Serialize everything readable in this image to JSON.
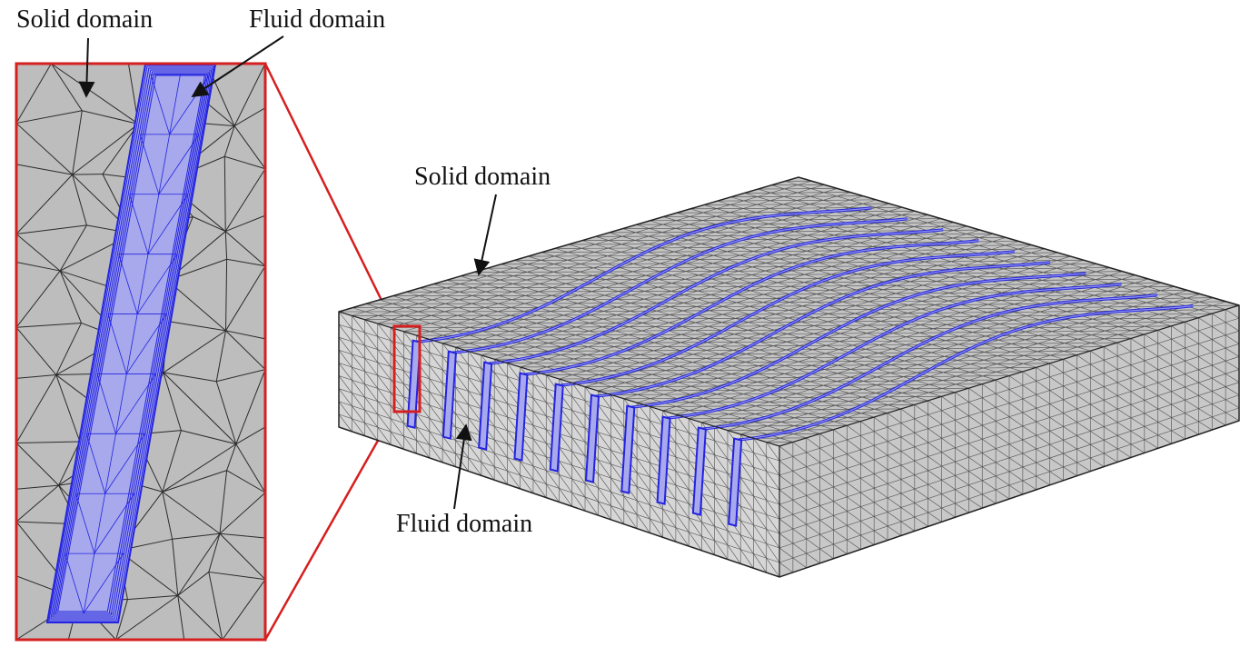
{
  "labels": {
    "zoom_solid": "Solid domain",
    "zoom_fluid": "Fluid domain",
    "block_solid": "Solid domain",
    "block_fluid": "Fluid domain"
  },
  "colors": {
    "solid_fill": "#bdbdbd",
    "solid_side_fill": "#cfcfcf",
    "fluid_fill": "#a7a9ec",
    "fluid_edge": "#2323e0",
    "channel_line": "#2a2ad8",
    "mesh_line": "#2b2b2b",
    "zoom_frame": "#d61f1f",
    "arrow": "#111111"
  },
  "channels": {
    "count": 10
  }
}
